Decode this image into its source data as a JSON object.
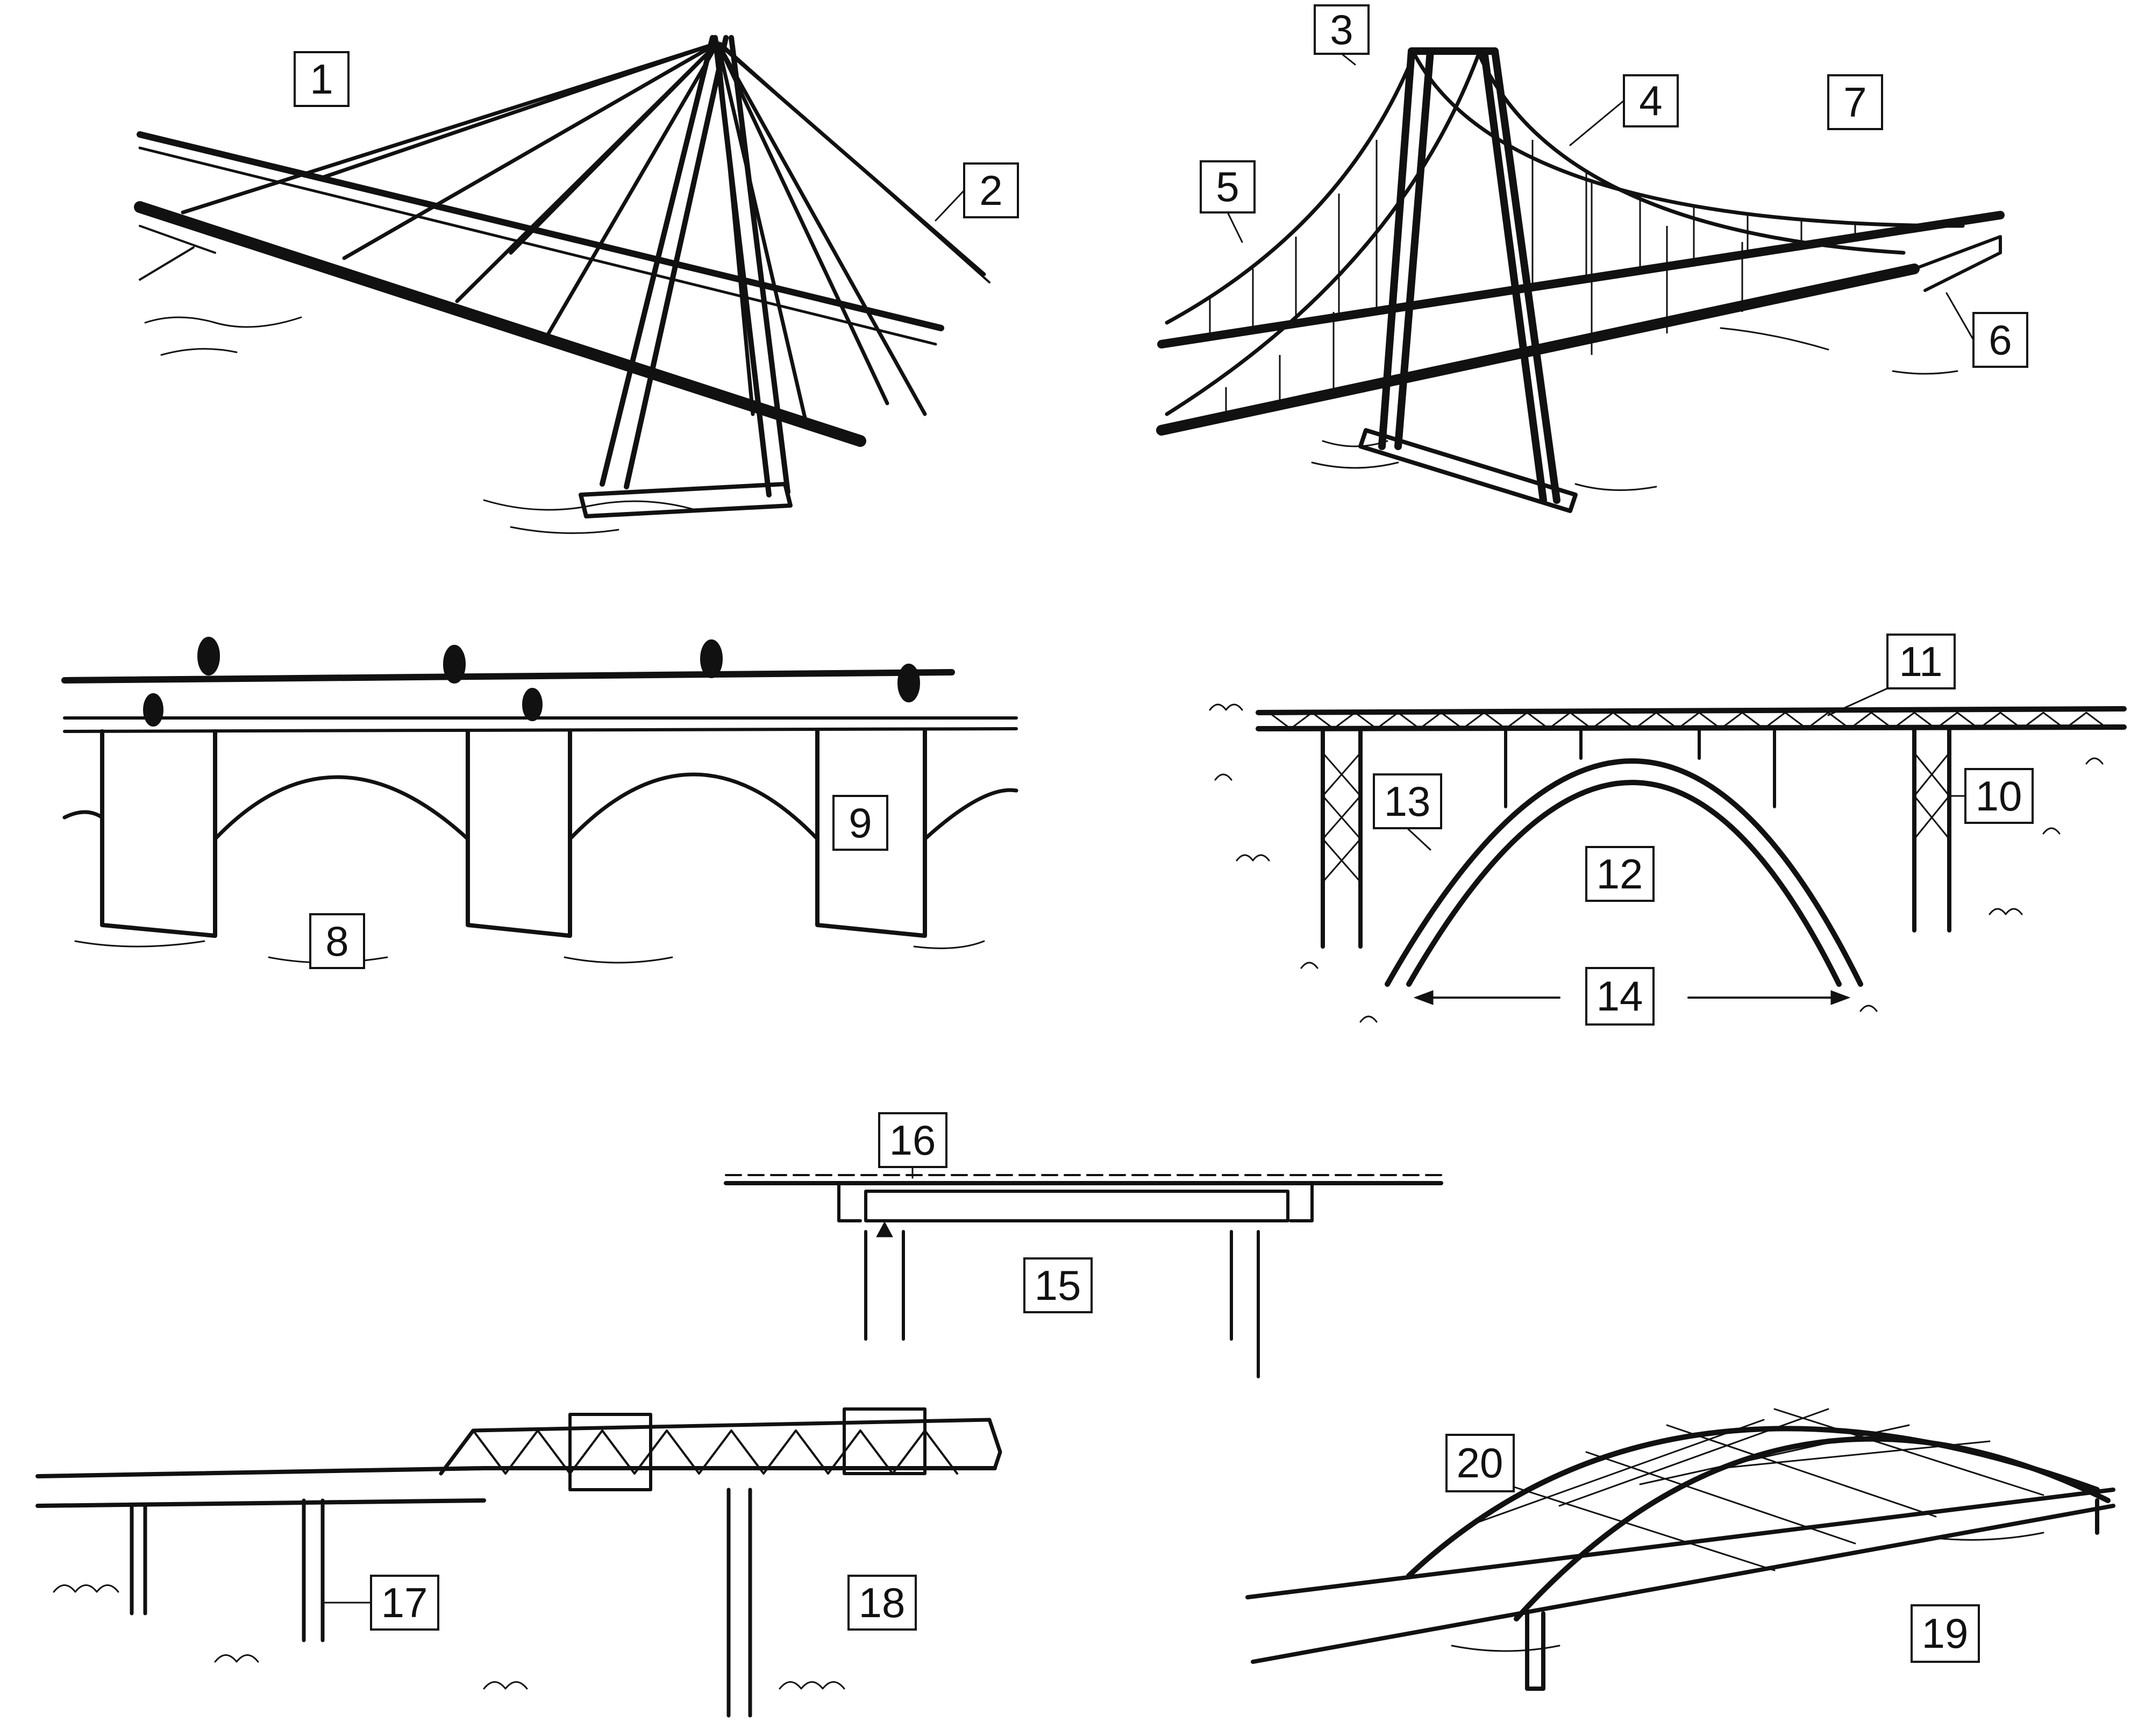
{
  "labels": {
    "l1": "1",
    "l2": "2",
    "l3": "3",
    "l4": "4",
    "l5": "5",
    "l6": "6",
    "l7": "7",
    "l8": "8",
    "l9": "9",
    "l10": "10",
    "l11": "11",
    "l12": "12",
    "l13": "13",
    "l14": "14",
    "l15": "15",
    "l16": "16",
    "l17": "17",
    "l18": "18",
    "l19": "19",
    "l20": "20"
  },
  "colors": {
    "ink": "#111111",
    "paper": "#ffffff"
  }
}
